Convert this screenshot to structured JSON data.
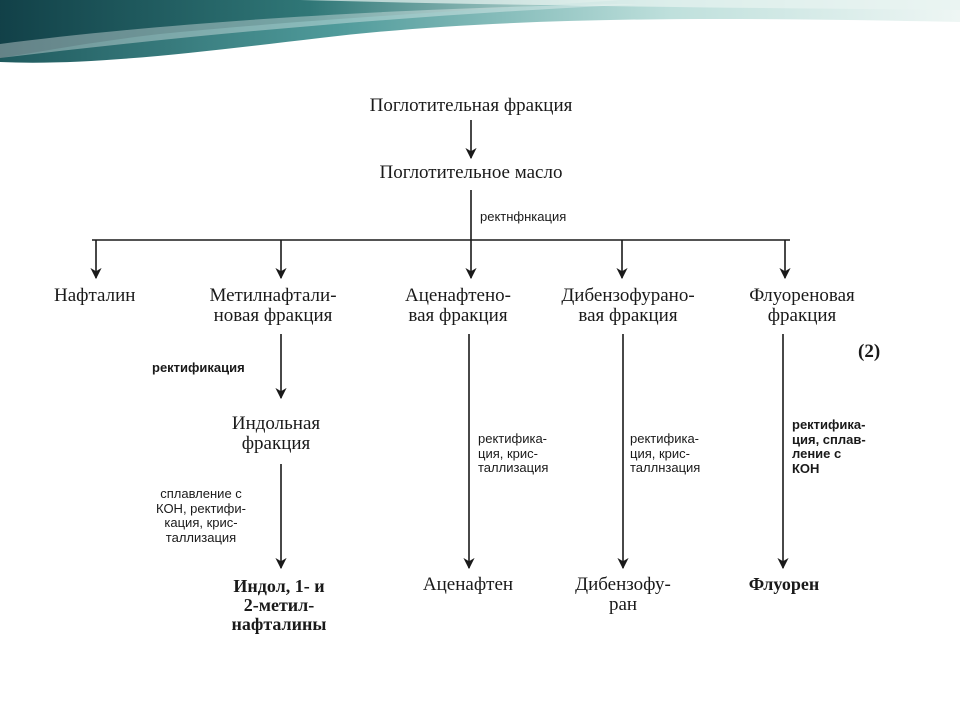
{
  "diagram": {
    "top": {
      "absorption_fraction": "Поглотительная фракция",
      "absorption_oil": "Поглотительное масло",
      "rectification": "ректнфнкация"
    },
    "fractions": {
      "naphthalene": "Нафталин",
      "methylnaphthalene": "Метилнафтали-\nновая фракция",
      "acenaphthene": "Аценафтено-\nвая фракция",
      "dibenzofuran": "Дибензофурано-\nвая фракция",
      "fluorene": "Флуореновая\nфракция"
    },
    "scheme_number": "(2)",
    "indole_branch": {
      "rectification": "ректификация",
      "indole_fraction": "Индольная\nфракция",
      "fusion_note": "сплавление с\nКОН, ректифи-\nкация, крис-\nталлизация",
      "product": "Индол, 1- и\n2-метил-\nнафталины"
    },
    "acenaphthene_branch": {
      "note": "ректифика-\nция, крис-\nталлизация",
      "product": "Аценафтен"
    },
    "dibenzofuran_branch": {
      "note": "ректифика-\nция, крис-\nталлнзация",
      "product": "Дибензофу-\nран"
    },
    "fluorene_branch": {
      "note": "ректифика-\nция, сплав-\nление с\nКОН",
      "product": "Флуорен"
    }
  }
}
